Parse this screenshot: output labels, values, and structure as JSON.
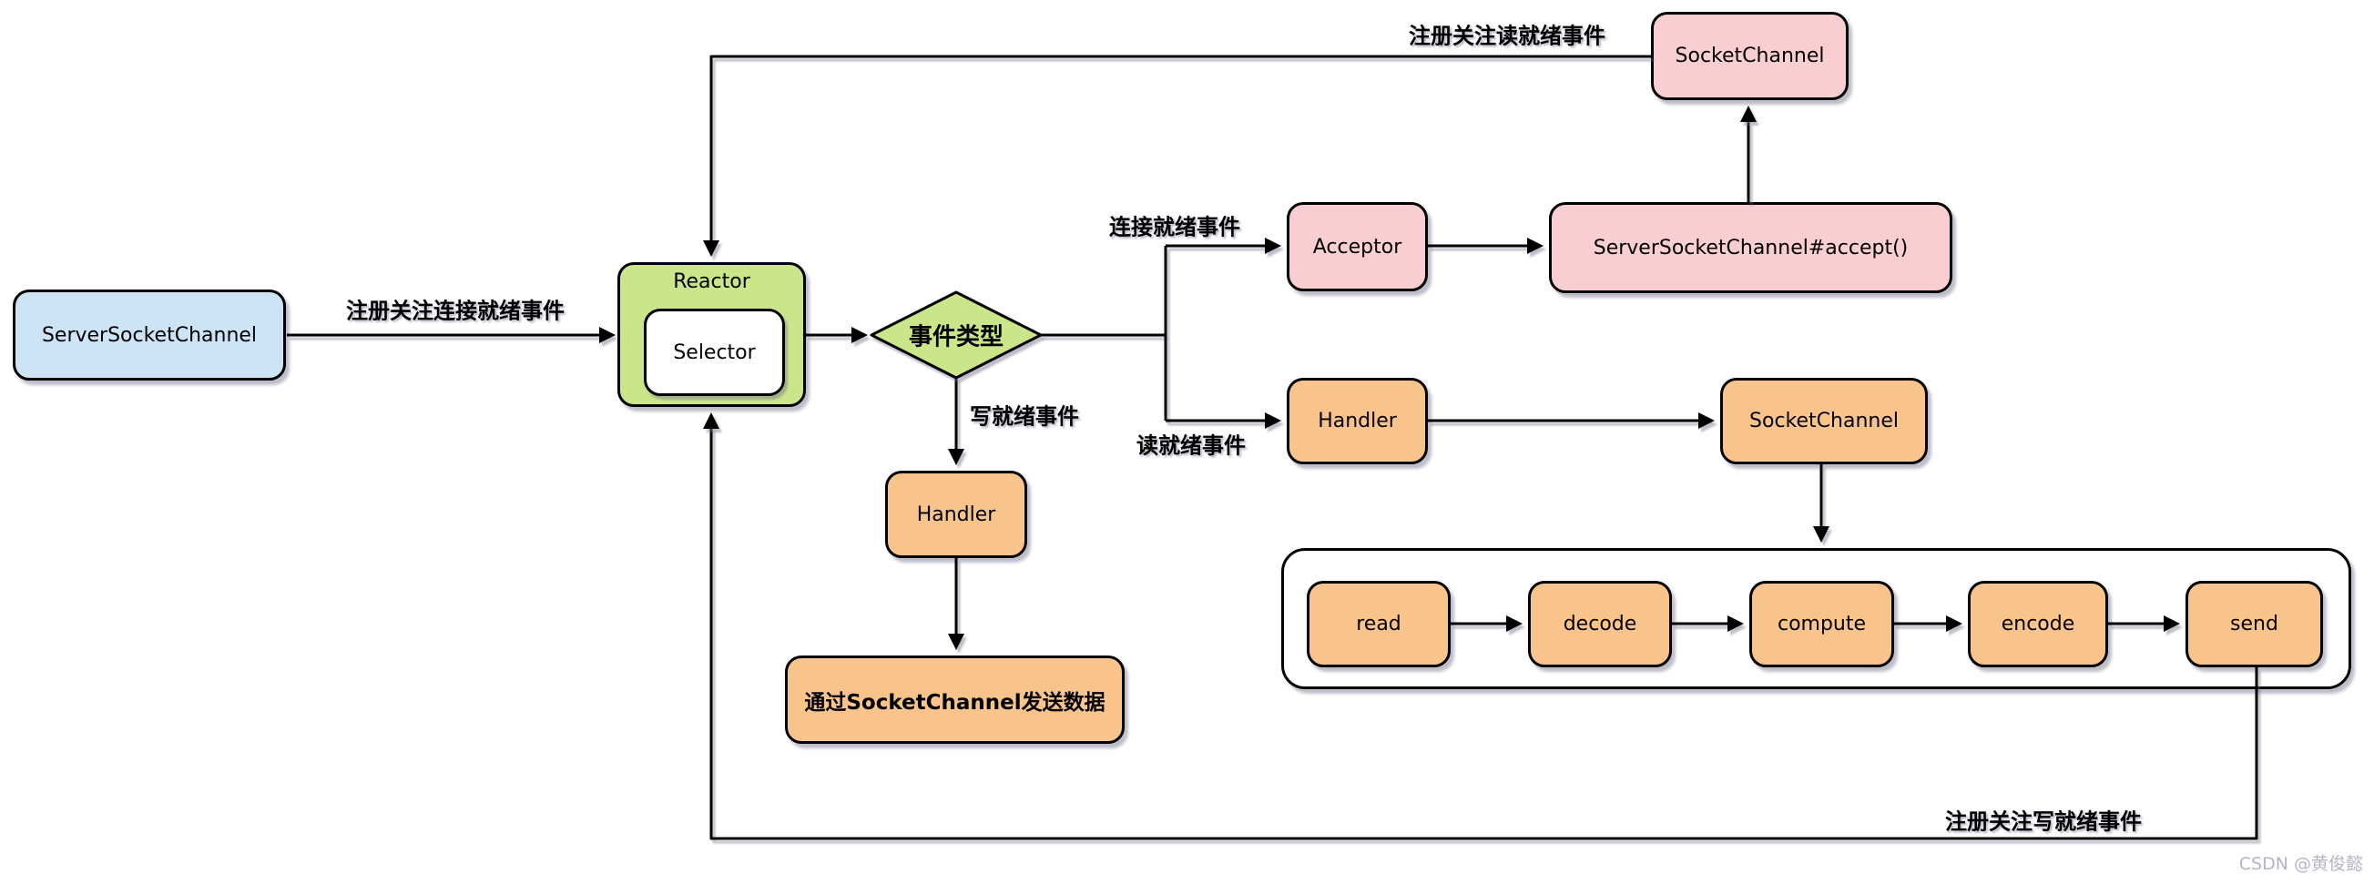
{
  "nodes": {
    "server_socket_channel": {
      "label": "ServerSocketChannel",
      "fill": "#cde4f7"
    },
    "reactor": {
      "label": "Reactor",
      "fill": "#cbe58a"
    },
    "selector": {
      "label": "Selector",
      "fill": "#ffffff"
    },
    "event_type": {
      "label": "事件类型",
      "fill": "#cbe58a"
    },
    "acceptor": {
      "label": "Acceptor",
      "fill": "#f9ced2"
    },
    "accept_call": {
      "label": "ServerSocketChannel#accept()",
      "fill": "#f9ced2"
    },
    "socket_channel_top": {
      "label": "SocketChannel",
      "fill": "#f9ced2"
    },
    "handler_read": {
      "label": "Handler",
      "fill": "#f9c48c"
    },
    "socket_channel_read": {
      "label": "SocketChannel",
      "fill": "#f9c48c"
    },
    "handler_write": {
      "label": "Handler",
      "fill": "#f9c48c"
    },
    "send_data": {
      "label": "通过SocketChannel发送数据",
      "fill": "#f9c48c"
    }
  },
  "pipeline": {
    "steps": [
      "read",
      "decode",
      "compute",
      "encode",
      "send"
    ]
  },
  "edge_labels": {
    "register_connect": "注册关注连接就绪事件",
    "register_read": "注册关注读就绪事件",
    "register_write": "注册关注写就绪事件",
    "connect_ready": "连接就绪事件",
    "read_ready": "读就绪事件",
    "write_ready": "写就绪事件"
  },
  "watermark": "CSDN @黄俊懿",
  "colors": {
    "node_blue": "#cde4f7",
    "node_green": "#cbe58a",
    "node_pink": "#f9ced2",
    "node_orange": "#f9c48c",
    "line": "#000000",
    "watermark": "#b4b4c4",
    "background": "#ffffff"
  }
}
